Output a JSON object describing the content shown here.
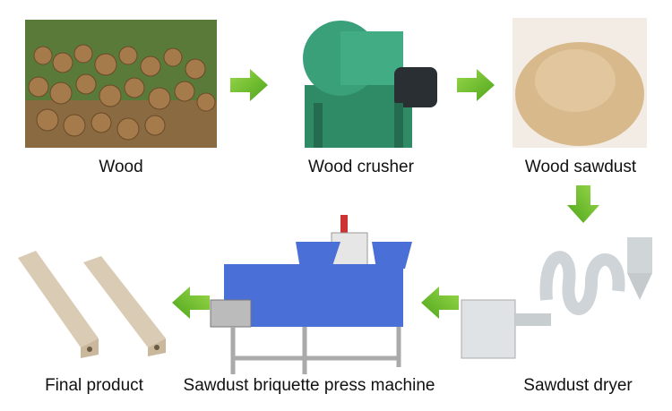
{
  "steps": [
    {
      "label": "Wood"
    },
    {
      "label": "Wood crusher"
    },
    {
      "label": "Wood sawdust"
    },
    {
      "label": "Sawdust dryer"
    },
    {
      "label": "Sawdust briquette press machine"
    },
    {
      "label": "Final product"
    }
  ],
  "colors": {
    "arrow": "#6cbf2a",
    "wood": "#a0764a",
    "machine_green": "#3aa07a",
    "sawdust": "#d8b98c",
    "press_blue": "#4a6fd6",
    "dryer": "#d8dde0"
  }
}
